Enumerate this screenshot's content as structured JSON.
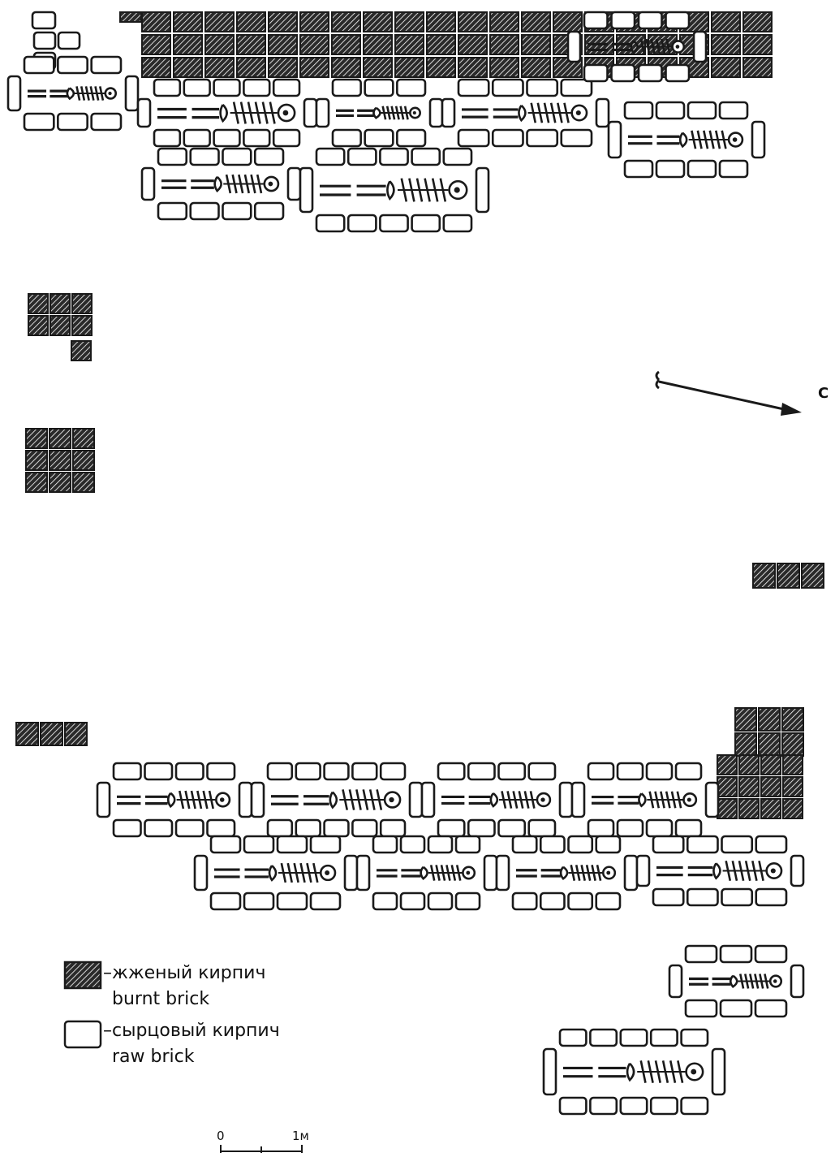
{
  "north": {
    "label": "С",
    "icon": "north-arrow-icon"
  },
  "legend": [
    {
      "symbol": "burnt-brick-swatch-icon",
      "dash": "–",
      "label_ru": "жженый кирпич",
      "label_en": "burnt brick"
    },
    {
      "symbol": "raw-brick-swatch-icon",
      "dash": "–",
      "label_ru": "сырцовый кирпич",
      "label_en": "raw brick"
    }
  ],
  "scale": {
    "start_label": "0",
    "end_label": "1м"
  },
  "colors": {
    "ink": "#1a1a1a",
    "paper": "#ffffff"
  }
}
